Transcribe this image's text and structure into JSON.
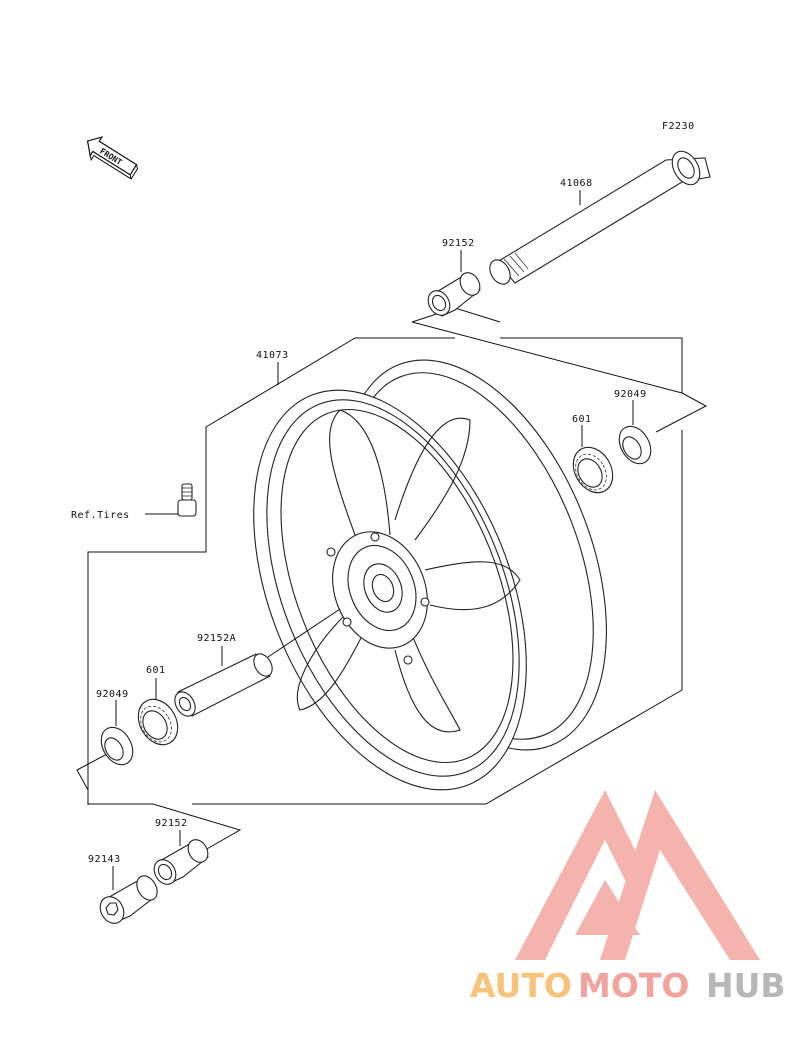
{
  "figure_code": "F2230",
  "front_indicator": "FRONT",
  "parts": {
    "axle": "41068",
    "collar_right": "92152",
    "wheel": "41073",
    "oil_seal_right": "92049",
    "bearing_right": "601",
    "valve_ref": "Ref.Tires",
    "inner_collar": "92152A",
    "bearing_left": "601",
    "oil_seal_left": "92049",
    "collar_left": "92152",
    "axle_nut": "92143"
  },
  "watermark": {
    "part1": "AUTO",
    "part2": "MOTO",
    "part3": "HUB",
    "colors": {
      "auto": "#f7c27a",
      "moto": "#f2a39d",
      "hub": "#b7b7b7",
      "logo": "#f2a39d"
    }
  }
}
